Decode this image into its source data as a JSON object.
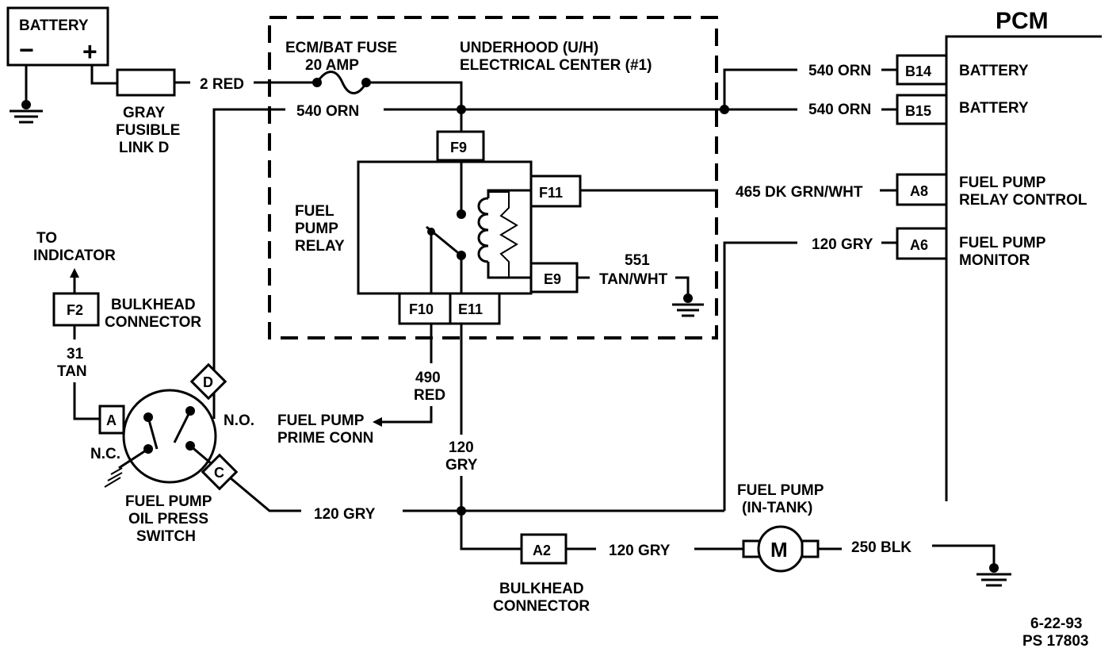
{
  "labels": {
    "battery": "BATTERY",
    "battery_minus": "−",
    "battery_plus": "+",
    "fusible_link": [
      "GRAY",
      "FUSIBLE",
      "LINK D"
    ],
    "wire_2_red": "2 RED",
    "ecm_bat_fuse": [
      "ECM/BAT FUSE",
      "20 AMP"
    ],
    "underhood_center": [
      "UNDERHOOD (U/H)",
      "ELECTRICAL CENTER (#1)"
    ],
    "wire_540_orn": "540  ORN",
    "wire_540_orn_right_1": "540 ORN",
    "wire_540_orn_right_2": "540 ORN",
    "pcm": "PCM",
    "battery_b14": "BATTERY",
    "battery_b15": "BATTERY",
    "fuel_pump_relay_control": [
      "FUEL PUMP",
      "RELAY CONTROL"
    ],
    "fuel_pump_monitor": [
      "FUEL PUMP",
      "MONITOR"
    ],
    "wire_465": "465 DK GRN/WHT",
    "wire_120_gry_pcm": "120 GRY",
    "wire_551": [
      "551",
      "TAN/WHT"
    ],
    "fuel_pump_relay": [
      "FUEL",
      "PUMP",
      "RELAY"
    ],
    "to_indicator": [
      "TO",
      "INDICATOR"
    ],
    "bulkhead_connector_f2": [
      "BULKHEAD",
      "CONNECTOR"
    ],
    "wire_31_tan": [
      "31",
      "TAN"
    ],
    "wire_490_red": [
      "490",
      "RED"
    ],
    "fuel_pump_prime_conn": [
      "FUEL PUMP",
      "PRIME CONN"
    ],
    "wire_120_gry_vertical": [
      "120",
      "GRY"
    ],
    "no": "N.O.",
    "nc": "N.C.",
    "oil_press_switch": [
      "FUEL PUMP",
      "OIL PRESS",
      "SWITCH"
    ],
    "wire_120_gry_bottom": "120  GRY",
    "wire_120_gry_a2": "120 GRY",
    "bulkhead_connector_a2": [
      "BULKHEAD",
      "CONNECTOR"
    ],
    "fuel_pump_in_tank": [
      "FUEL PUMP",
      "(IN-TANK)"
    ],
    "motor": "M",
    "wire_250_blk": "250 BLK",
    "date": "6-22-93",
    "ps_number": "PS 17803"
  },
  "connectors": {
    "f9": "F9",
    "f11": "F11",
    "e9": "E9",
    "f10": "F10",
    "e11": "E11",
    "b14": "B14",
    "b15": "B15",
    "a8": "A8",
    "a6": "A6",
    "f2": "F2",
    "a2": "A2",
    "switch_a": "A",
    "switch_c": "C",
    "switch_d": "D"
  }
}
